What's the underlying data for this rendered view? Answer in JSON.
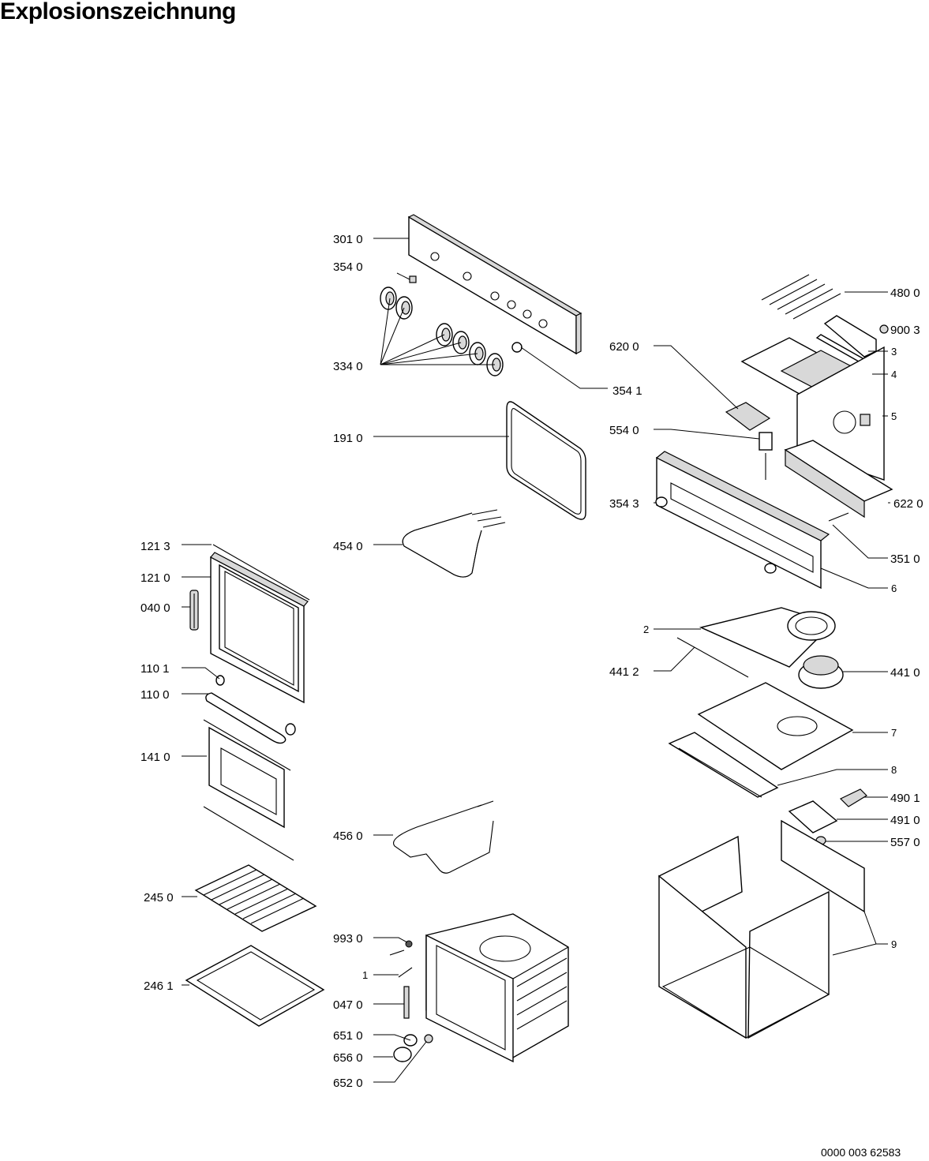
{
  "title": "Explosionszeichnung",
  "doc_number": "0000 003 62583",
  "callouts": {
    "c3010": "301 0",
    "c3540": "354 0",
    "c3340": "334 0",
    "c3541": "354 1",
    "c1910": "191 0",
    "c4540": "454 0",
    "c1213": "121 3",
    "c1210": "121 0",
    "c0400": "040 0",
    "c1101": "110 1",
    "c1100": "110 0",
    "c1410": "141 0",
    "c4560": "456 0",
    "c2450": "245 0",
    "c2461": "246 1",
    "c9930": "993 0",
    "c1": "1",
    "c0470": "047 0",
    "c6510": "651 0",
    "c6560": "656 0",
    "c6520": "652 0",
    "c4800": "480 0",
    "c9003": "900 3",
    "c3": "3",
    "c4": "4",
    "c6200": "620 0",
    "c5": "5",
    "c5540": "554 0",
    "c3543": "354 3",
    "c6220": "622 0",
    "c3510": "351 0",
    "c6": "6",
    "c2": "2",
    "c4412": "441 2",
    "c4410": "441 0",
    "c7": "7",
    "c8": "8",
    "c4901": "490 1",
    "c4910": "491 0",
    "c5570": "557 0",
    "c9": "9"
  }
}
